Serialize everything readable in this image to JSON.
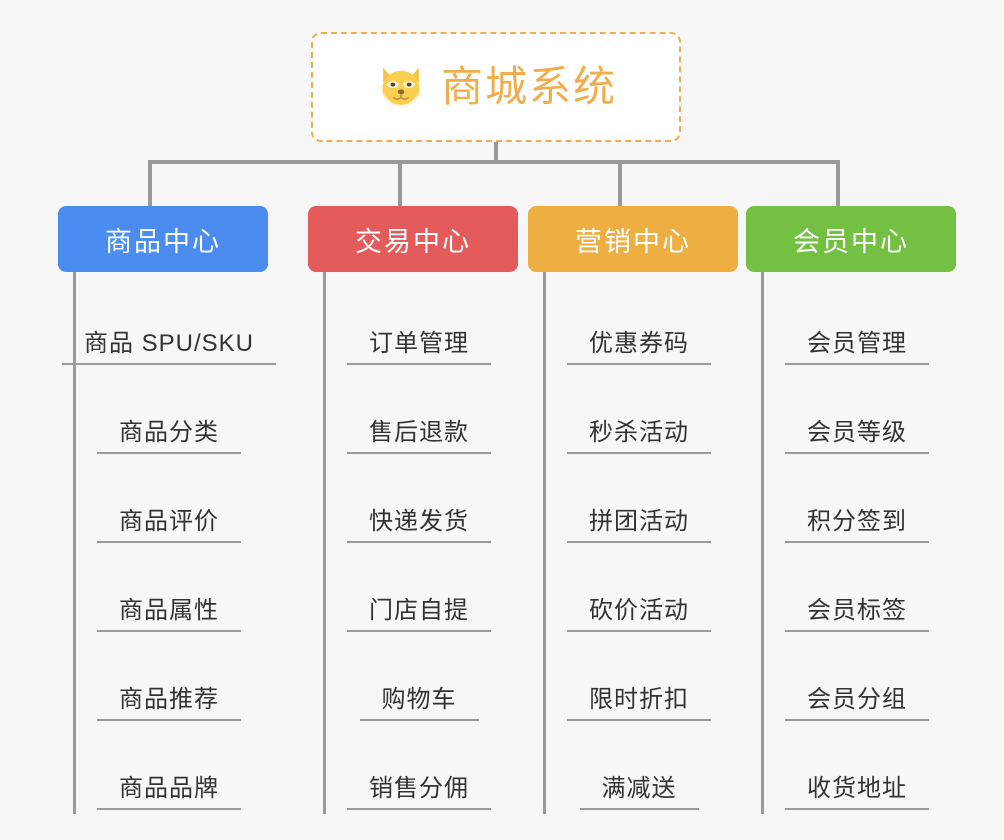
{
  "background_color": "#f7f7f7",
  "root": {
    "title": "商城系统",
    "icon": "shiba-dog-icon",
    "color": "#f0ad4e",
    "border_style": "dashed"
  },
  "connector_color": "#999999",
  "columns": [
    {
      "title": "商品中心",
      "color": "#4a8cf0",
      "items": [
        "商品 SPU/SKU",
        "商品分类",
        "商品评价",
        "商品属性",
        "商品推荐",
        "商品品牌"
      ]
    },
    {
      "title": "交易中心",
      "color": "#e45b5b",
      "items": [
        "订单管理",
        "售后退款",
        "快递发货",
        "门店自提",
        "购物车",
        "销售分佣"
      ]
    },
    {
      "title": "营销中心",
      "color": "#eeae41",
      "items": [
        "优惠券码",
        "秒杀活动",
        "拼团活动",
        "砍价活动",
        "限时折扣",
        "满减送"
      ]
    },
    {
      "title": "会员中心",
      "color": "#74c042",
      "items": [
        "会员管理",
        "会员等级",
        "积分签到",
        "会员标签",
        "会员分组",
        "收货地址"
      ]
    }
  ]
}
